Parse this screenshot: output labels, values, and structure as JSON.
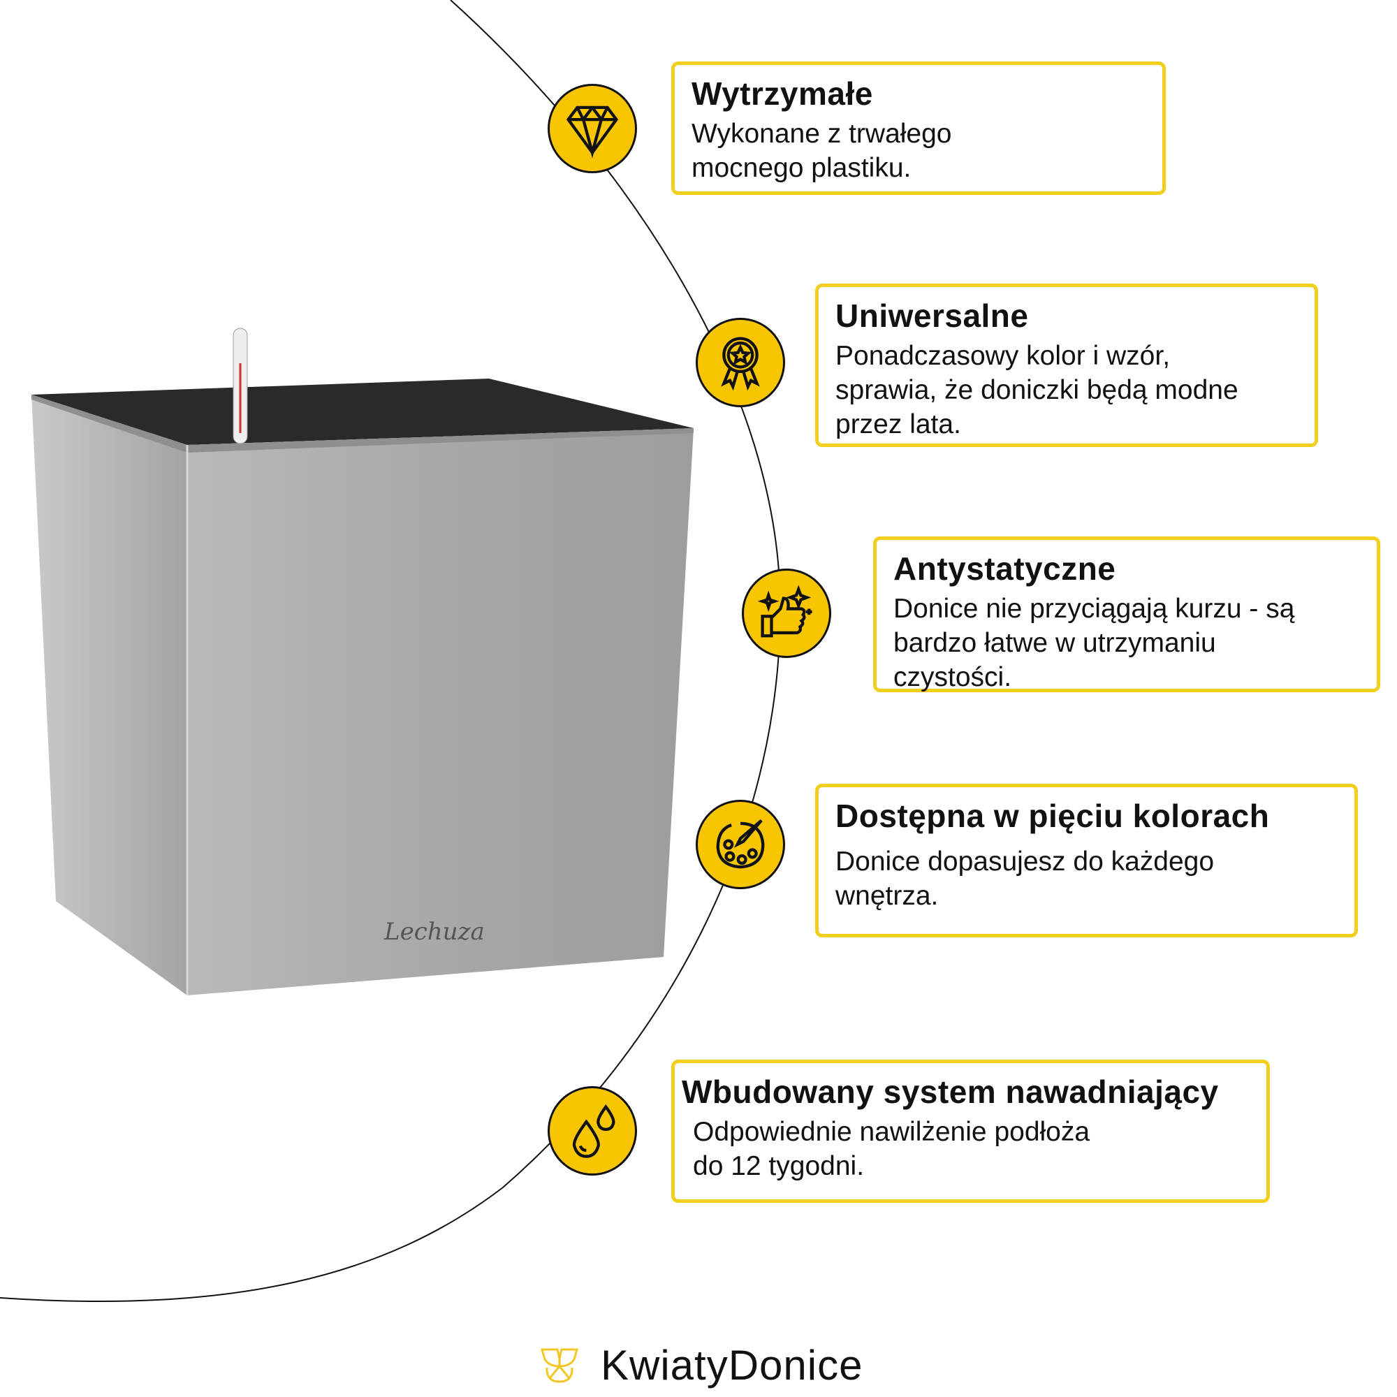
{
  "features": [
    {
      "title": "Wytrzymałe",
      "text": "Wykonane z trwałego\nmocnego plastiku.",
      "icon": "diamond-icon"
    },
    {
      "title": "Uniwersalne",
      "text": "Ponadczasowy kolor i wzór,\nsprawia, że doniczki będą modne\nprzez lata.",
      "icon": "award-medal-icon"
    },
    {
      "title": "Antystatyczne",
      "text": "Donice nie przyciągają kurzu - są\nbardzo łatwe w utrzymaniu\nczystości.",
      "icon": "thumbs-up-sparkle-icon"
    },
    {
      "title": "Dostępna w pięciu kolorach",
      "text": "Donice dopasujesz do każdego\nwnętrza.",
      "icon": "palette-icon"
    },
    {
      "title": "Wbudowany system nawadniający",
      "text": "Odpowiednie nawilżenie podłoża\ndo 12 tygodni.",
      "icon": "water-drops-icon"
    }
  ],
  "product_brand": "Lechuza",
  "logo": {
    "text": "KwiatyDonice"
  },
  "colors": {
    "accent": "#f7c600",
    "border": "#f2cf1f",
    "pot": "#a3a4a6"
  }
}
